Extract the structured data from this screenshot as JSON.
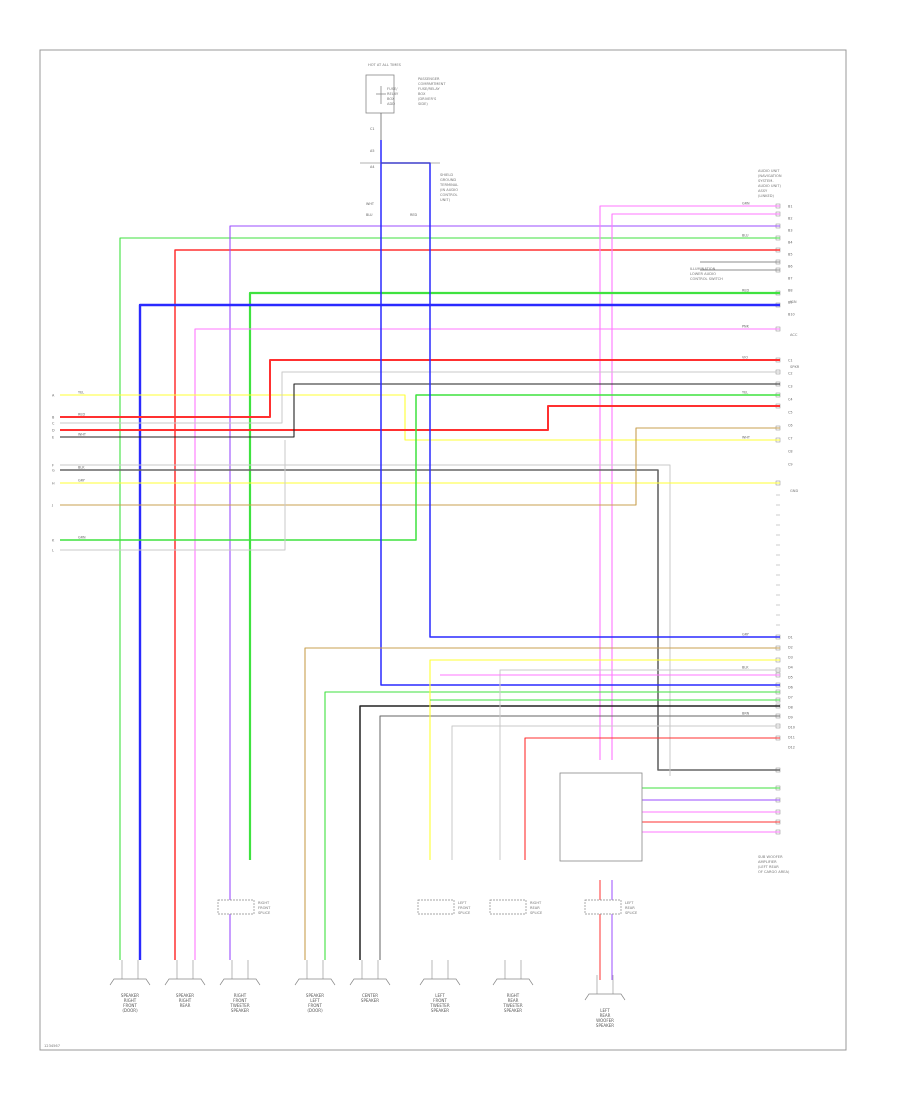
{
  "page": {
    "code": "1234567"
  },
  "colors": {
    "green": "#3fe23f",
    "blue": "#2a2aff",
    "red": "#ff3030",
    "pink": "#ff77ff",
    "violet": "#9b4dff",
    "yellow": "#ffff33",
    "white": "#c8c8c8",
    "gray": "#666666",
    "black": "#222222",
    "tan": "#c8a050",
    "outline": "#888888"
  },
  "top": {
    "fuse_title": "HOT AT ALL TIMES",
    "fuse_text": [
      "FUSE/",
      "RELAY",
      "BOX",
      "ADD"
    ],
    "fuse_caption": [
      "PASSENGER",
      "COMPARTMENT",
      "FUSE/RELAY",
      "BOX",
      "(DRIVER'S",
      "SIDE)"
    ],
    "pins": [
      "C1",
      "A5",
      "A4"
    ],
    "splice_label": [
      "SHIELD",
      "GROUND",
      "TERMINAL",
      "(IN AUDIO",
      "CONTROL",
      "UNIT)"
    ],
    "wire_codes": [
      "WHT",
      "BLU",
      "RED"
    ]
  },
  "right": {
    "amp_title": [
      "AUDIO UNIT",
      "(NAVIGATION",
      "SYSTEM-",
      "AUDIO UNIT)",
      "ASSY",
      "(LINKED)"
    ],
    "subs": [
      "ILLUMINATION",
      "LOWER AUDIO",
      "CONTROL SWITCH"
    ],
    "group_labels": [
      "IGN",
      "ACC",
      "SPKR",
      "GND"
    ],
    "pins_top": [
      "B1",
      "B2",
      "B3",
      "B4",
      "B5",
      "B6",
      "B7",
      "B8",
      "B9",
      "B10"
    ],
    "pins_mid": [
      "C1",
      "C2",
      "C3",
      "C4",
      "C5",
      "C6",
      "C7",
      "C8",
      "C9"
    ],
    "pins_low": [
      "D1",
      "D2",
      "D3",
      "D4",
      "D5",
      "D6",
      "D7",
      "D8",
      "D9",
      "D10",
      "D11",
      "D12"
    ],
    "wire_codes": [
      "GRN",
      "BLU",
      "RED",
      "PNK",
      "VIO",
      "YEL",
      "WHT",
      "GRY",
      "BLK",
      "BRN"
    ],
    "module_caption": [
      "SUB WOOFER",
      "AMPLIFIER",
      "(LEFT REAR",
      "OF CARGO AREA)"
    ]
  },
  "left": {
    "pin_letters": [
      "A",
      "B",
      "C",
      "D",
      "E",
      "F",
      "G",
      "H",
      "J",
      "K",
      "L"
    ],
    "wire_codes": [
      "YEL",
      "RED",
      "WHT",
      "BLK",
      "GRY",
      "GRN"
    ]
  },
  "bottom": {
    "speakers": [
      {
        "caption": [
          "SPEAKER",
          "RIGHT",
          "FRONT",
          "(DOOR)"
        ]
      },
      {
        "caption": [
          "SPEAKER",
          "RIGHT",
          "REAR"
        ]
      },
      {
        "caption": [
          "RIGHT",
          "FRONT",
          "TWEETER",
          "SPEAKER"
        ]
      },
      {
        "caption": [
          "SPEAKER",
          "LEFT",
          "FRONT",
          "(DOOR)"
        ]
      },
      {
        "caption": [
          "CENTER",
          "SPEAKER"
        ]
      },
      {
        "caption": [
          "LEFT",
          "FRONT",
          "TWEETER",
          "SPEAKER"
        ]
      },
      {
        "caption": [
          "RIGHT",
          "REAR",
          "TWEETER",
          "SPEAKER"
        ]
      },
      {
        "caption": [
          "LEFT",
          "REAR",
          "WOOFER",
          "SPEAKER"
        ]
      }
    ],
    "splices": [
      {
        "label": [
          "RIGHT",
          "FRONT",
          "SPLICE"
        ]
      },
      {
        "label": [
          "LEFT",
          "FRONT",
          "SPLICE"
        ]
      },
      {
        "label": [
          "RIGHT",
          "REAR",
          "SPLICE"
        ]
      },
      {
        "label": [
          "LEFT",
          "REAR",
          "SPLICE"
        ]
      }
    ]
  }
}
